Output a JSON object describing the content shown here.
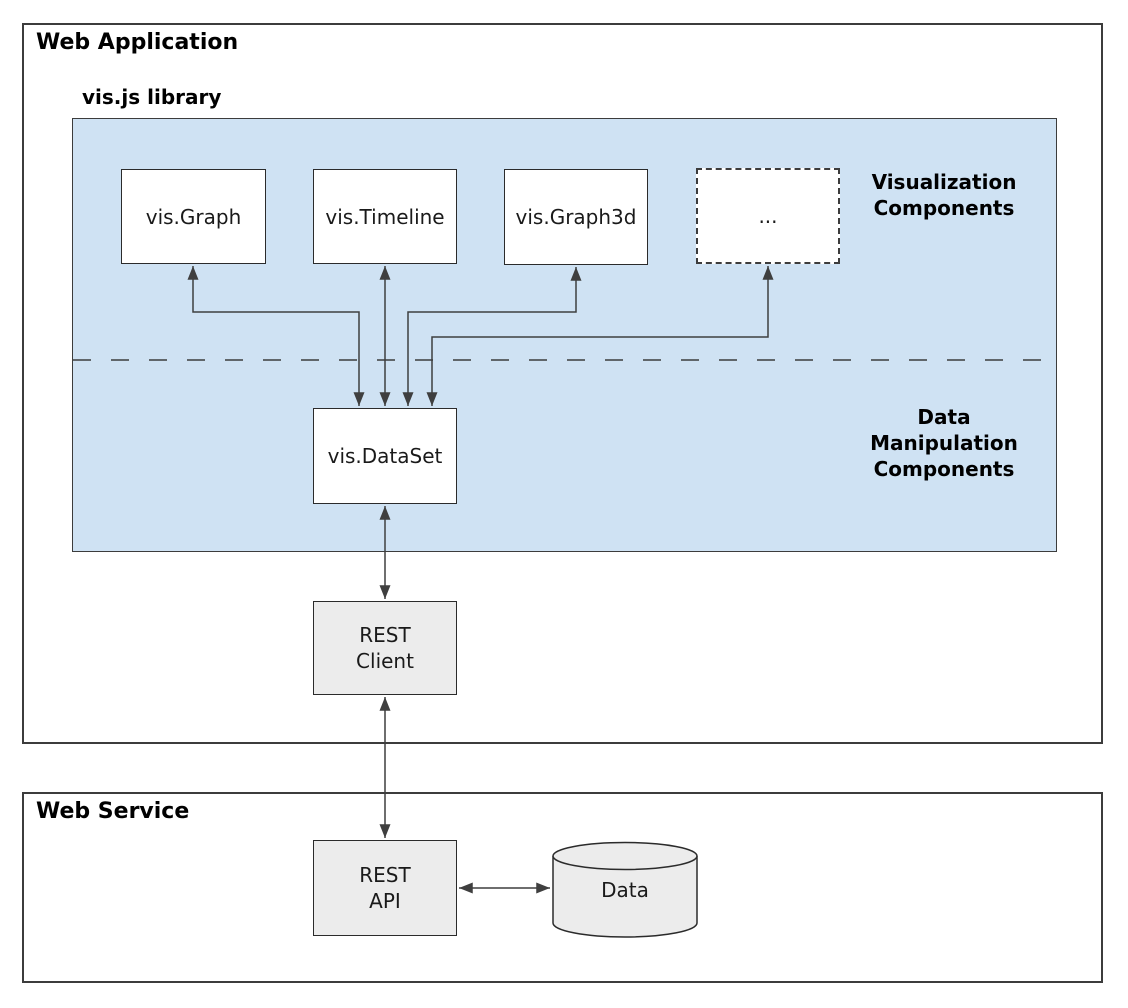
{
  "app_box": {
    "title": "Web Application"
  },
  "library": {
    "label": "vis.js library",
    "components": [
      {
        "label": "vis.Graph"
      },
      {
        "label": "vis.Timeline"
      },
      {
        "label": "vis.Graph3d"
      },
      {
        "label": "..."
      }
    ],
    "visualization_label": [
      "Visualization",
      "Components"
    ],
    "data_manipulation_label": [
      "Data",
      "Manipulation",
      "Components"
    ],
    "dataset_label": "vis.DataSet"
  },
  "rest_client": {
    "lines": [
      "REST",
      "Client"
    ]
  },
  "service_box": {
    "title": "Web Service",
    "rest_api": {
      "lines": [
        "REST",
        "API"
      ]
    },
    "data_store": {
      "label": "Data"
    }
  },
  "colors": {
    "panel_blue": "#cfe2f3",
    "node_gray": "#ececec",
    "node_white": "#ffffff",
    "border_dark": "#3c3c3c",
    "arrow": "#3f3f3f",
    "text": "#000000"
  }
}
